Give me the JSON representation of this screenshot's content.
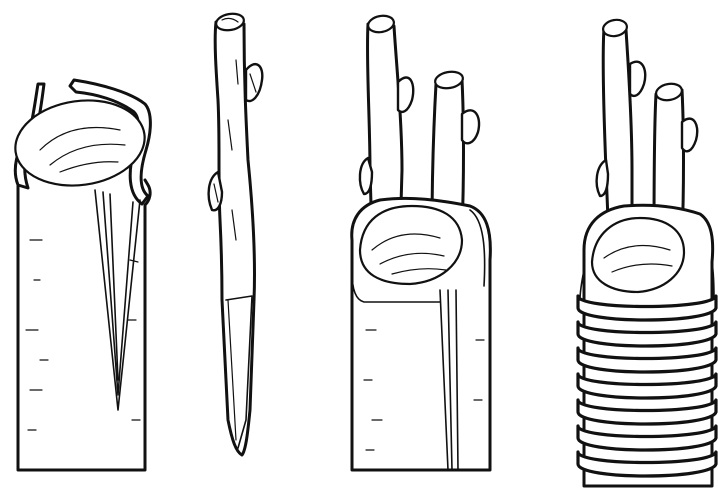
{
  "figure": {
    "panels": [
      {
        "id": "split-stock",
        "description_hidden": true
      },
      {
        "id": "wedge-scion",
        "description_hidden": true
      },
      {
        "id": "scions-inserted",
        "description_hidden": true
      },
      {
        "id": "graft-tied",
        "description_hidden": true
      }
    ],
    "colors": {
      "ink": "#111111",
      "paper": "#ffffff"
    }
  }
}
